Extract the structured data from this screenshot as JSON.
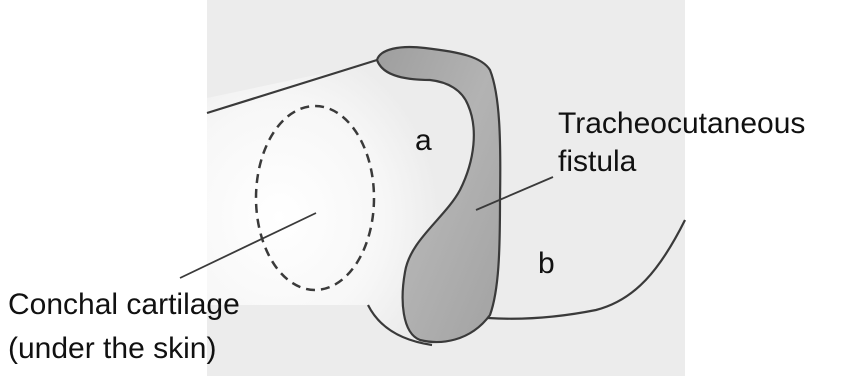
{
  "labels": {
    "region_a": "a",
    "region_b": "b",
    "fistula_line1": "Tracheocutaneous",
    "fistula_line2": "fistula",
    "cartilage_line1": "Conchal cartilage",
    "cartilage_line2": "(under the skin)"
  },
  "colors": {
    "panel_background": "#ececec",
    "skin_flap_light": "#ffffff",
    "fistula_fill": "#ababab",
    "outline": "#3a3a3a"
  }
}
